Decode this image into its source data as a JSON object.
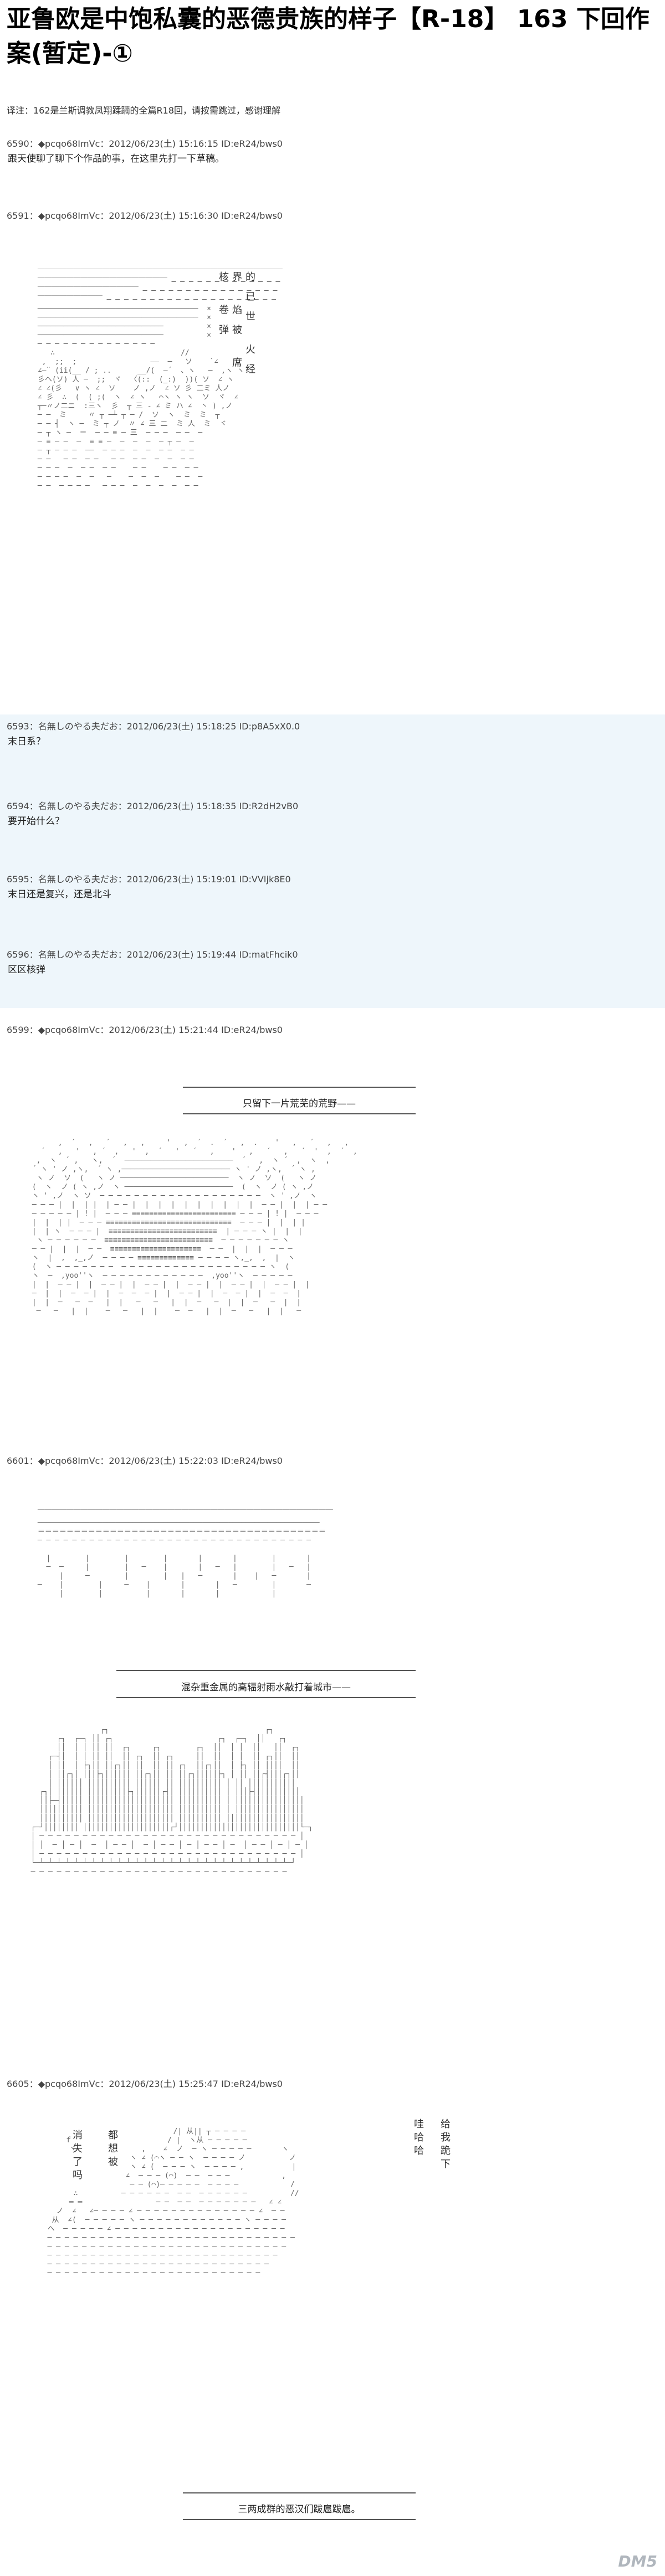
{
  "title": "亚鲁欧是中饱私囊的恶德贵族的样子【R-18】 163 下回作案(暂定)-①",
  "note": "译注：162是兰斯调教凤翔蹂躏的全篇R18回，请按需跳过，感谢理解",
  "posts": [
    {
      "no": "6590",
      "head": "6590：◆pcqo68ImVc：2012/06/23(土) 15:16:15 ID:eR24/bws0",
      "body": "跟天使聊了聊下个作品的事，在这里先打一下草稿。"
    },
    {
      "no": "6591",
      "head": "6591：◆pcqo68ImVc：2012/06/23(土) 15:16:30 ID:eR24/bws0",
      "body": ""
    },
    {
      "no": "6593",
      "head": "6593：名無しのやる夫だお：2012/06/23(土) 15:18:25 ID:p8A5xX0.0",
      "body": "末日系？"
    },
    {
      "no": "6594",
      "head": "6594：名無しのやる夫だお：2012/06/23(土) 15:18:35 ID:R2dH2vB0",
      "body": "要开始什么？"
    },
    {
      "no": "6595",
      "head": "6595：名無しのやる夫だお：2012/06/23(土) 15:19:01 ID:VVIjk8E0",
      "body": "末日还是复兴，还是北斗"
    },
    {
      "no": "6596",
      "head": "6596：名無しのやる夫だお：2012/06/23(土) 15:19:44 ID:matFhcik0",
      "body": "区区核弹"
    },
    {
      "no": "6599",
      "head": "6599：◆pcqo68ImVc：2012/06/23(土) 15:21:44 ID:eR24/bws0",
      "body": ""
    },
    {
      "no": "6601",
      "head": "6601：◆pcqo68ImVc：2012/06/23(土) 15:22:03 ID:eR24/bws0",
      "body": ""
    },
    {
      "no": "6605",
      "head": "6605：◆pcqo68ImVc：2012/06/23(土) 15:25:47 ID:eR24/bws0",
      "body": ""
    }
  ],
  "aa_texts": {
    "p6591_vertical": "的 已 世 　火 经 界 　焰 被 　席 核 　卷 弹",
    "p6605_left": "消失了吗",
    "p6605_left2": "都想被",
    "p6605_right": "哇哈哈",
    "p6605_right2": "给我跪下"
  },
  "captions": {
    "c6599": "只留下一片荒芜的荒野——",
    "c6601": "混杂重金属的高辐射雨水敲打着城市——",
    "c6605": "三两成群的恶汉们跋扈跋扈。"
  },
  "watermark": "DM5"
}
